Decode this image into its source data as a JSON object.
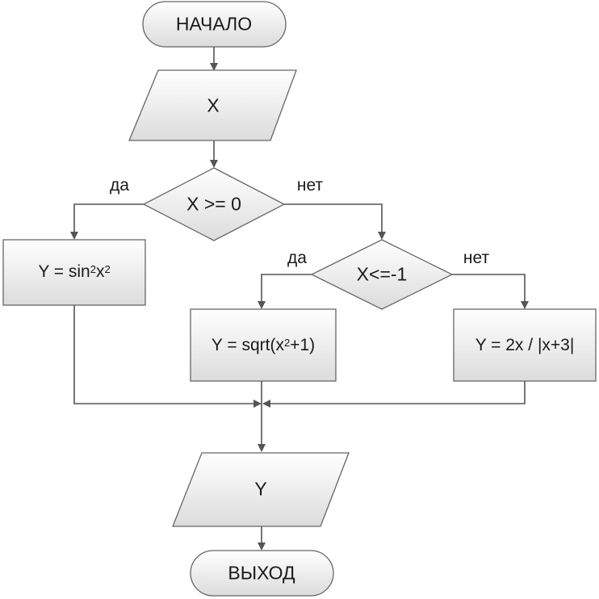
{
  "nodes": {
    "start": "НАЧАЛО",
    "input": "X",
    "cond1": "X >= 0",
    "cond2": "X<=-1",
    "calc1": {
      "lead": "Y = sin",
      "exp1": "2",
      "mid": "x",
      "exp2": "2"
    },
    "calc2": {
      "lead": "Y = sqrt(x",
      "exp1": "2",
      "tail": "+1)"
    },
    "calc3": "Y = 2x / |x+3|",
    "output": "Y",
    "end": "ВЫХОД"
  },
  "edges": {
    "cond1_yes": "да",
    "cond1_no": "нет",
    "cond2_yes": "да",
    "cond2_no": "нет"
  },
  "colors": {
    "shape_fill_top": "#ffffff",
    "shape_fill_bottom": "#dcdcdc",
    "shape_stroke": "#666666",
    "line": "#555555",
    "text": "#1a1a1a"
  }
}
